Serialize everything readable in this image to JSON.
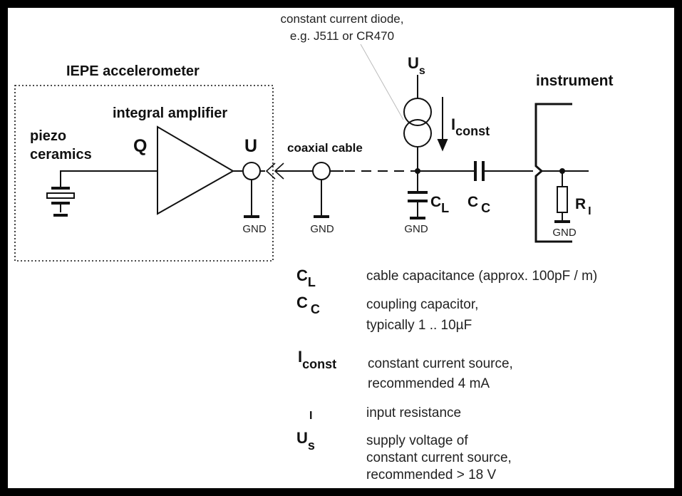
{
  "annotation": {
    "line1": "constant current diode,",
    "line2": "e.g. J511 or CR470"
  },
  "accelerometer": {
    "title": "IEPE accelerometer",
    "amp_label": "integral amplifier",
    "piezo_line1": "piezo",
    "piezo_line2": "ceramics",
    "charge_label": "Q",
    "output_label": "U"
  },
  "cable_label": "coaxial cable",
  "instrument_label": "instrument",
  "gnd": "GND",
  "supply": {
    "main": "U",
    "sub": "s"
  },
  "current": {
    "main": "I",
    "sub": "const"
  },
  "cl": {
    "main": "C",
    "sub": "L"
  },
  "cc": {
    "main": "C",
    "sub": "C"
  },
  "ri": {
    "main": "R",
    "sub": "I"
  },
  "legend": [
    {
      "sym": "C",
      "sub": "L",
      "lines": [
        "cable capacitance (approx. 100pF / m)"
      ]
    },
    {
      "sym": "C",
      "sub": "C",
      "lines": [
        "coupling capacitor,",
        "typically 1 .. 10µF"
      ]
    },
    {
      "sym": "I",
      "sub": "const",
      "lines": [
        "constant current source,",
        "recommended 4 mA"
      ]
    },
    {
      "sym": "",
      "sub": "I",
      "lines": [
        "input resistance"
      ]
    },
    {
      "sym": "U",
      "sub": "s",
      "lines": [
        "supply voltage of",
        "constant current source,",
        "recommended > 18 V"
      ]
    }
  ]
}
